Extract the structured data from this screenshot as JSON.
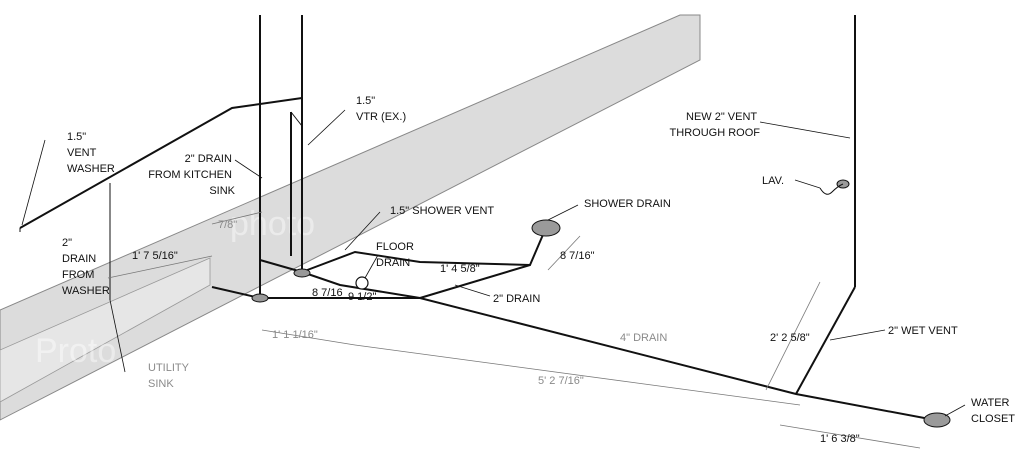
{
  "labels": {
    "vent_washer": [
      "1.5\"",
      "VENT",
      "WASHER"
    ],
    "drain_kitchen": [
      "2\" DRAIN",
      "FROM KITCHEN",
      "SINK"
    ],
    "vtr": [
      "1.5\"",
      "VTR (EX.)"
    ],
    "drain_washer": [
      "2\"",
      "DRAIN",
      "FROM",
      "WASHER"
    ],
    "shower_vent": "1.5\" SHOWER VENT",
    "floor_drain": [
      "FLOOR",
      "DRAIN"
    ],
    "shower_drain": "SHOWER DRAIN",
    "drain_2": "2\" DRAIN",
    "drain_4": "4\" DRAIN",
    "utility_sink": [
      "UTILITY",
      "SINK"
    ],
    "new_vent": [
      "NEW 2\" VENT",
      "THROUGH ROOF"
    ],
    "lav": "LAV.",
    "wet_vent": "2\" WET VENT",
    "water_closet": [
      "WATER",
      "CLOSET"
    ]
  },
  "dimensions": {
    "d_7_8": "7/8\"",
    "d_1_7_5_16": "1' 7 5/16\"",
    "d_8_7_16_a": "8 7/16",
    "d_9_1_2": "9 1/2\"",
    "d_1_4_5_8": "1' 4 5/8\"",
    "d_8_7_16_b": "8 7/16\"",
    "d_1_1_1_16": "1' 1 1/16\"",
    "d_5_2_7_16": "5' 2 7/16\"",
    "d_2_2_5_8": "2' 2 5/8\"",
    "d_1_6_3_8": "1' 6 3/8\""
  },
  "watermark": {
    "text1": "photo",
    "text2": "Proto"
  },
  "colors": {
    "beam": "#d9d9d9",
    "beam_edge": "#8c8c8c",
    "fixture": "#9a9a9a",
    "line": "#111111"
  }
}
